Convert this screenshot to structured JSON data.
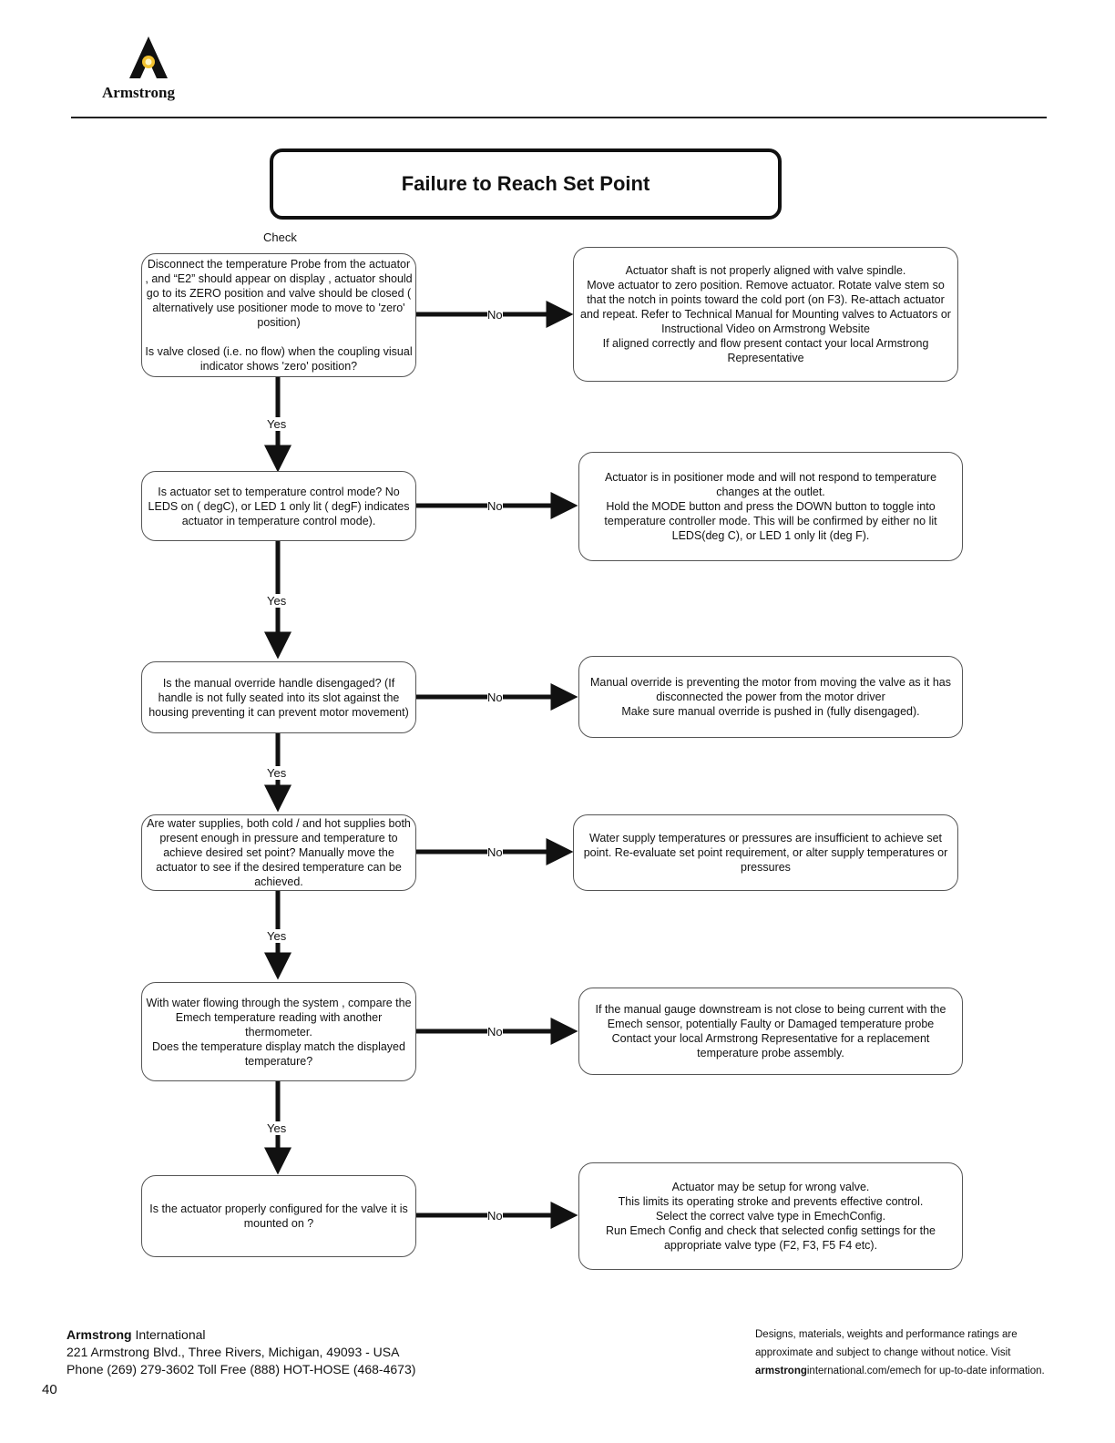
{
  "header": {
    "logo_text": "Armstrong",
    "logo_mark": "armstrong-flame-logo"
  },
  "title": "Failure to Reach Set Point",
  "check_label": "Check",
  "yes_label": "Yes",
  "no_label": "No",
  "questions": [
    "Disconnect the temperature Probe from the actuator ,  and “E2” should appear on display , actuator should go to its ZERO position and valve should be closed ( alternatively use positioner mode to move to 'zero' position)\n\nIs valve closed (i.e. no flow) when the coupling visual indicator shows 'zero' position?",
    "Is actuator set to temperature control mode? No LEDS on ( degC), or LED 1 only lit ( degF) indicates actuator in temperature control mode).",
    "Is the manual override handle disengaged? (If handle is not fully seated into its slot against the housing preventing it can prevent  motor movement)",
    "Are water supplies, both cold / and hot supplies both present enough in pressure and temperature to achieve desired set point? Manually move the actuator to see if the desired temperature can be achieved.",
    "With water flowing through the system , compare the Emech temperature reading with another thermometer.\nDoes the temperature display match the displayed temperature?",
    "Is the actuator properly configured for the valve it is mounted on ?"
  ],
  "actions": [
    "Actuator shaft is not properly aligned with valve spindle.\nMove actuator to zero position. Remove actuator. Rotate valve stem so that the notch in points toward the cold port (on F3). Re-attach actuator and repeat. Refer to Technical Manual for Mounting valves to Actuators or Instructional Video on Armstrong Website\nIf aligned correctly and flow present contact your local Armstrong Representative",
    "Actuator is in positioner mode and will not respond to temperature changes at the outlet.\nHold the MODE button and press the DOWN button to toggle into temperature controller mode. This will be confirmed by either no lit LEDS(deg C), or LED 1 only lit (deg F).",
    "Manual override is preventing the motor from moving the valve as it has disconnected the power from the motor driver\nMake sure manual override is pushed in (fully disengaged).",
    "Water supply temperatures or pressures are insufficient to achieve set point. Re-evaluate set point requirement, or alter supply temperatures or pressures",
    "If the manual gauge downstream is not close to being current with the Emech sensor, potentially Faulty or Damaged temperature probe\nContact your local Armstrong Representative for a replacement temperature probe assembly.",
    "Actuator may be setup for wrong valve.\nThis limits its operating stroke and prevents effective control.\nSelect the correct valve type in EmechConfig.\nRun Emech Config and check that selected config settings for the appropriate valve type (F2, F3, F5 F4 etc)."
  ],
  "footer": {
    "company_bold": "Armstrong",
    "company_rest": " International",
    "address": "221 Armstrong Blvd., Three Rivers, Michigan, 49093 - USA",
    "phone": "Phone (269) 279-3602 Toll Free (888) HOT-HOSE (468-4673)",
    "disclaimer_line1": "Designs, materials, weights and performance ratings are",
    "disclaimer_line2": "approximate and subject to change without notice. Visit",
    "disclaimer_url_bold": "armstrong",
    "disclaimer_url_rest": "international.com/emech for up-to-date information.",
    "page_number": "40"
  }
}
